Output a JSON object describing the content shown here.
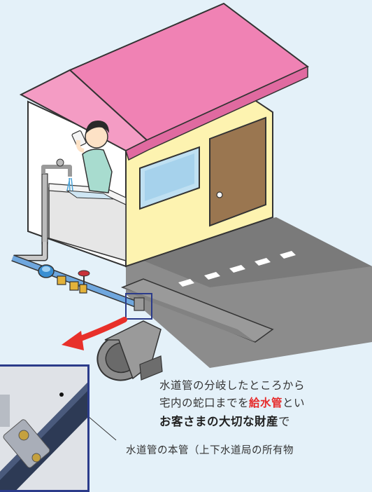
{
  "caption": {
    "line1": "水道管の分岐したところから",
    "line2_pre": "宅内の蛇口までを",
    "line2_highlight": "給水管",
    "line2_post": "とい",
    "line3_bold": "お客さまの大切な財産",
    "line3_post": "で"
  },
  "main_pipe_label": "水道管の本管（上下水道局の所有物",
  "colors": {
    "background": "#e4f1f9",
    "roof": "#f082b4",
    "wall": "#fdf3b0",
    "door": "#9a7650",
    "road": "#8a8a8a",
    "supply_pipe": "#6fa7de",
    "highlight_text": "#e62b2b",
    "arrow": "#e8302a",
    "frame": "#2b3b8a"
  }
}
